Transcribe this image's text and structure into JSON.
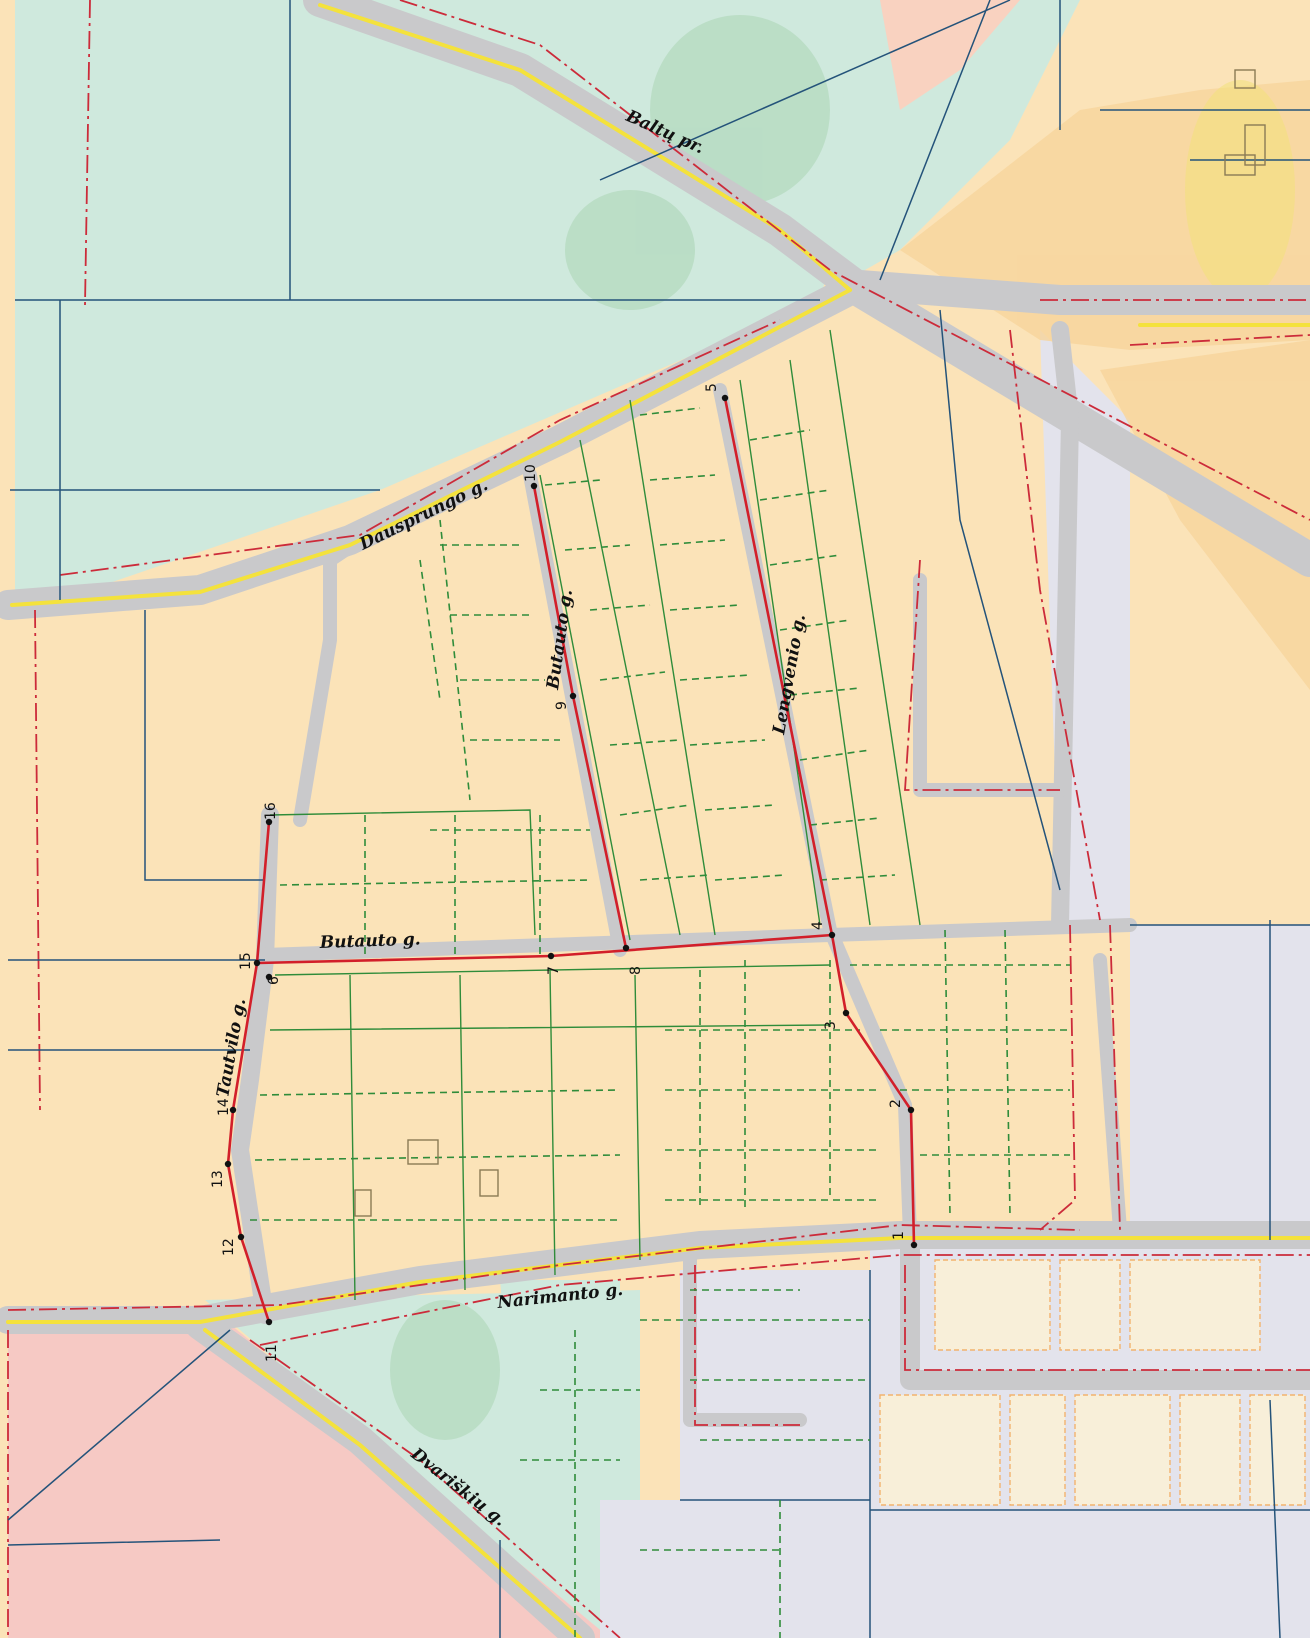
{
  "map": {
    "streets": [
      {
        "id": "baltu",
        "label": "Baltų pr."
      },
      {
        "id": "dausprungo",
        "label": "Dausprungo g."
      },
      {
        "id": "butauto_v",
        "label": "Butauto g."
      },
      {
        "id": "lengvenio",
        "label": "Lengvenio g."
      },
      {
        "id": "butauto_h",
        "label": "Butauto g."
      },
      {
        "id": "tautvilo",
        "label": "Tautvilo g."
      },
      {
        "id": "narimanto",
        "label": "Narimanto g."
      },
      {
        "id": "dvariskiu",
        "label": "Dvariškių g."
      }
    ],
    "points": [
      "1",
      "2",
      "3",
      "4",
      "5",
      "6",
      "7",
      "8",
      "9",
      "10",
      "11",
      "12",
      "13",
      "14",
      "15",
      "16"
    ],
    "colors": {
      "residential": "#fbe3b8",
      "residential_dark": "#f8d59c",
      "green": "#cfe9dd",
      "green_dark": "#b7dcc2",
      "pink": "#f6c9c4",
      "lavender": "#e3e3ec",
      "road": "#c9c9cb",
      "highway_center": "#f4e23c",
      "route": "#d21f2a",
      "plot_boundary": "#2f8c3a",
      "block_boundary": "#24537a",
      "red_line": "#cc2b3a"
    }
  }
}
